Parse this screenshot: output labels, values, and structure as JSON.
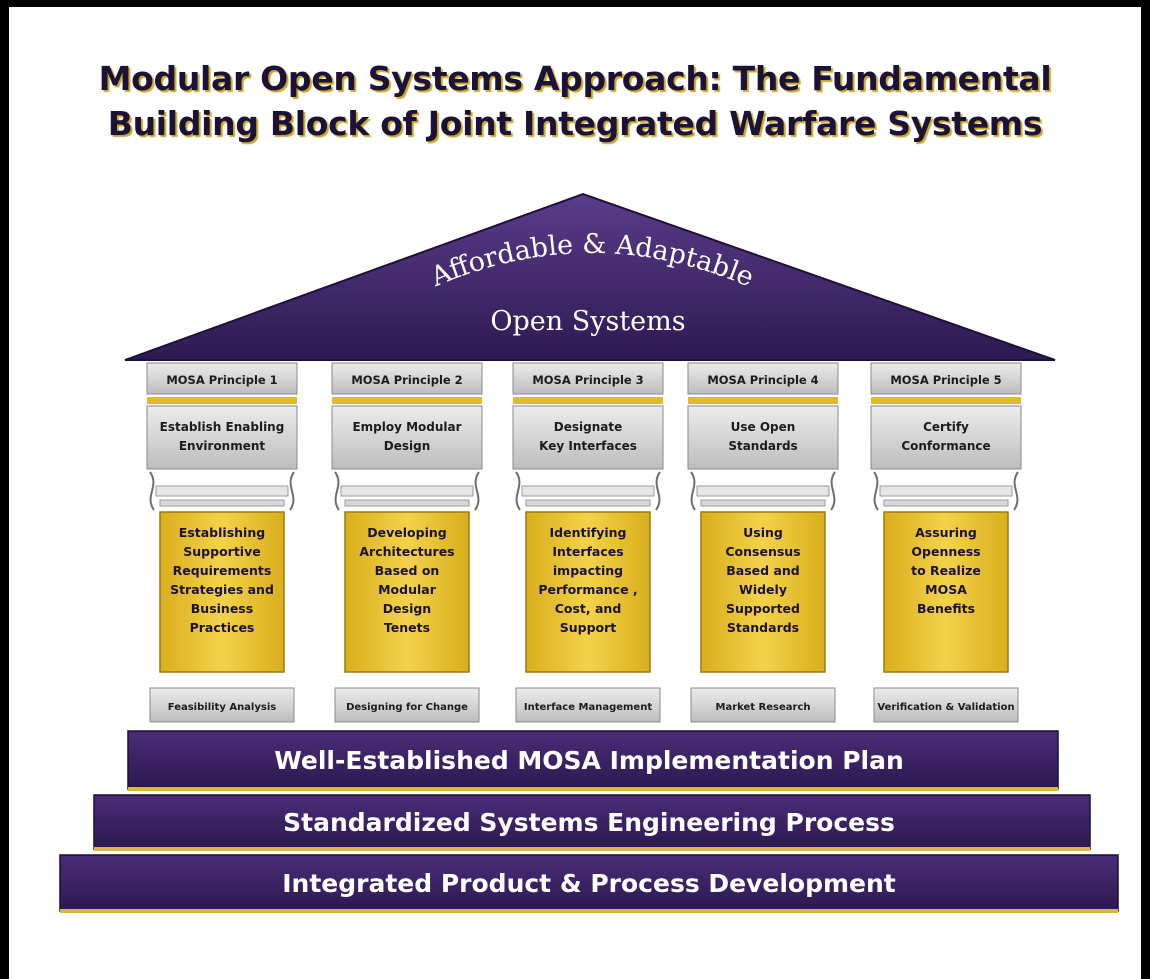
{
  "title": {
    "line1": "Modular Open Systems Approach:  The Fundamental",
    "line2": "Building Block of Joint Integrated Warfare Systems"
  },
  "roof": {
    "line1": "Affordable & Adaptable",
    "line2": "Open Systems"
  },
  "pillars": [
    {
      "principle": "MOSA Principle 1",
      "action": [
        "Establish Enabling",
        "Environment"
      ],
      "shaft": [
        "Establishing",
        "Supportive",
        "Requirements",
        "Strategies and",
        "Business",
        "Practices"
      ],
      "base": "Feasibility Analysis"
    },
    {
      "principle": "MOSA Principle 2",
      "action": [
        "Employ Modular",
        "Design"
      ],
      "shaft": [
        "Developing",
        "Architectures",
        "Based on",
        "Modular",
        "Design",
        "Tenets"
      ],
      "base": "Designing for Change"
    },
    {
      "principle": "MOSA Principle 3",
      "action": [
        "Designate",
        "Key Interfaces"
      ],
      "shaft": [
        "Identifying",
        "Interfaces",
        "impacting",
        "Performance ,",
        "Cost, and",
        "Support"
      ],
      "base": "Interface Management"
    },
    {
      "principle": "MOSA Principle 4",
      "action": [
        "Use Open",
        "Standards"
      ],
      "shaft": [
        "Using",
        "Consensus",
        "Based and",
        "Widely",
        "Supported",
        "Standards"
      ],
      "base": "Market Research"
    },
    {
      "principle": "MOSA Principle 5",
      "action": [
        "Certify",
        "Conformance"
      ],
      "shaft": [
        "Assuring",
        "Openness",
        "to Realize",
        "MOSA",
        "Benefits"
      ],
      "base": "Verification & Validation"
    }
  ],
  "steps": [
    "Well-Established MOSA Implementation Plan",
    "Standardized Systems Engineering Process",
    "Integrated Product & Process Development"
  ],
  "colors": {
    "purple": "#3f2469",
    "purple_dark": "#24133f",
    "gold": "#e9c42b",
    "gray": "#d4d4d4",
    "title": "#1c1238"
  }
}
